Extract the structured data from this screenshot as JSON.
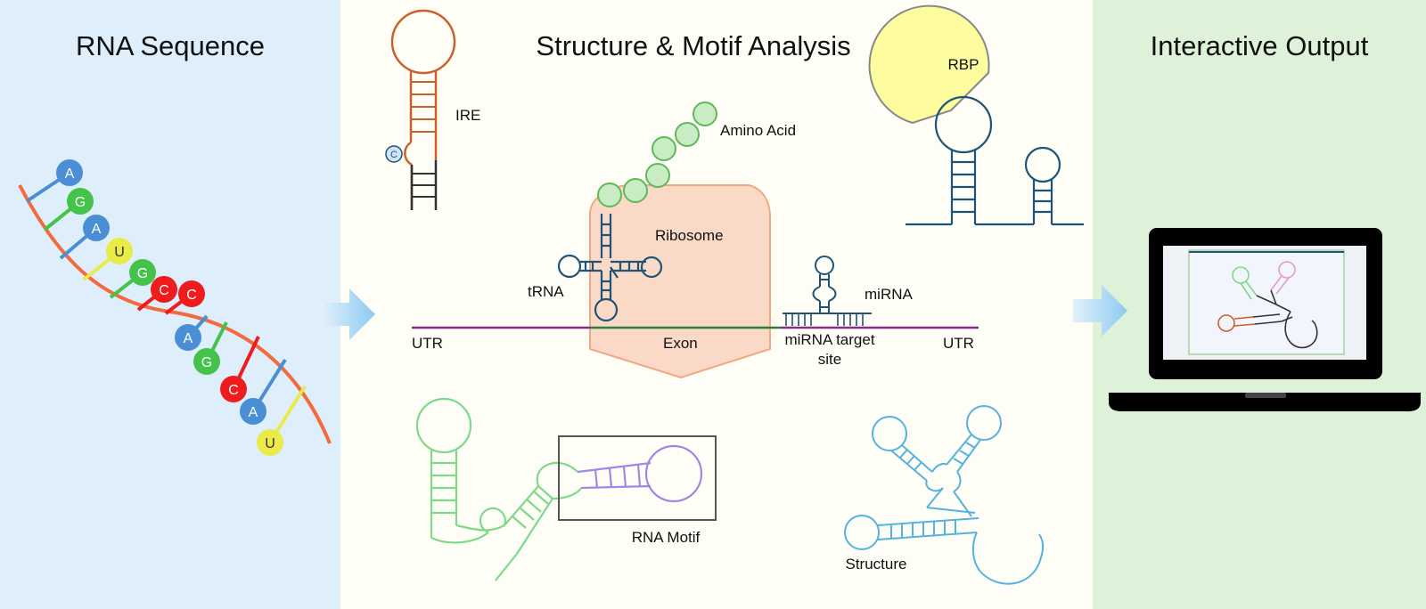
{
  "panels": {
    "sequence": {
      "title": "RNA Sequence",
      "color": "#deeefb"
    },
    "analysis": {
      "title": "Structure & Motif Analysis",
      "color": "#fefef6"
    },
    "output": {
      "title": "Interactive Output",
      "color": "#def2d9"
    }
  },
  "nucleotides": {
    "top": [
      "A",
      "G",
      "A",
      "U",
      "G",
      "C",
      "C"
    ],
    "bottom": [
      "A",
      "G",
      "C",
      "A",
      "U"
    ]
  },
  "base_colors": {
    "A": "#4a8fd6",
    "G": "#44c24a",
    "U": "#eaea48",
    "C": "#ee1c1c"
  },
  "labels": {
    "ire": "IRE",
    "ire_base": "C",
    "amino_acid": "Amino Acid",
    "rbp": "RBP",
    "ribosome": "Ribosome",
    "trna": "tRNA",
    "mirna": "miRNA",
    "utr_left": "UTR",
    "exon": "Exon",
    "mirna_target_line1": "miRNA target",
    "mirna_target_line2": "site",
    "utr_right": "UTR",
    "rna_motif": "RNA Motif",
    "structure": "Structure"
  },
  "colors": {
    "ire": "#c9622a",
    "amino": "#7acf6e",
    "rbp_fill": "#fdfc9e",
    "navy": "#1e5478",
    "ribosome_fill": "#fbd9c7",
    "ribosome_stroke": "#f0a884",
    "mrna": "#8e2a8e",
    "exon": "#2e7d3a",
    "motif_green": "#7fd98a",
    "motif_purple": "#9d8ae8",
    "structure_blue": "#56b2e0",
    "backbone": "#f26a3e",
    "laptop": "#000000",
    "screen": "#f2f6fc"
  }
}
